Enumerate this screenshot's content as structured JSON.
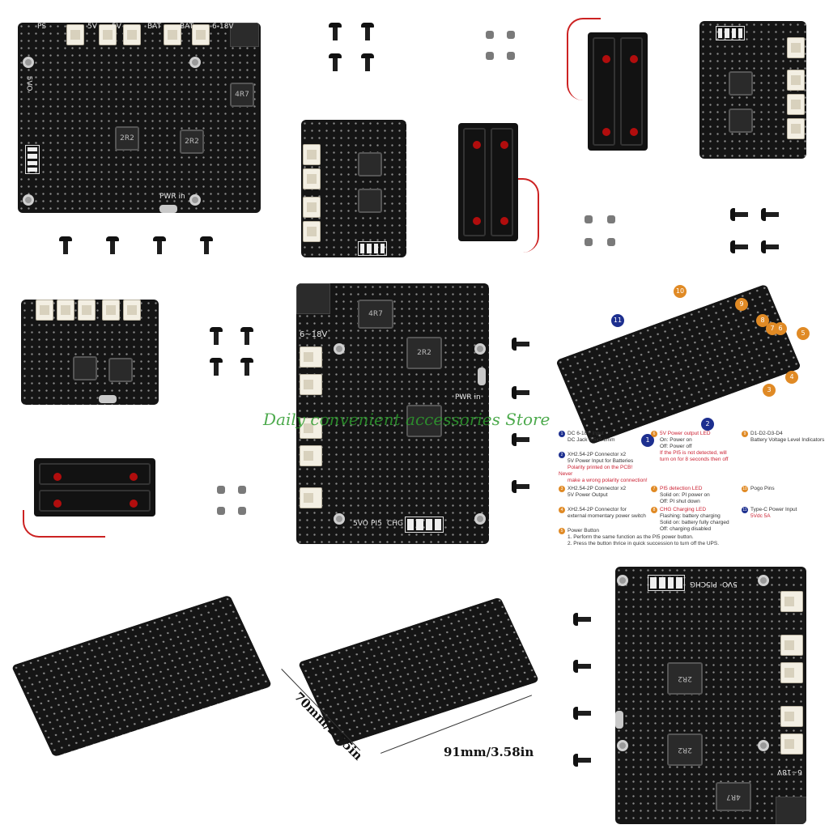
{
  "silkscreen": {
    "top_labels": [
      "PS",
      "5V",
      "5V",
      "BAT",
      "BAT",
      "6-18V"
    ],
    "side_label_input": "6~18V",
    "side_labels": [
      "5VO",
      "PI5",
      "CHG"
    ],
    "pwr_in": "PWR in",
    "inductor_2r2": "2R2",
    "inductor_4r7": "4R7"
  },
  "watermark": "Daily convenient accessories Store",
  "dimensions": {
    "width_label": "70mm/2.75in",
    "length_label": "91mm/3.58in"
  },
  "legend": {
    "items": [
      {
        "num": "1",
        "color": "#1d2f8f",
        "lines": [
          "DC 6-18V Input",
          "DC Jack 5.5x2.1mm"
        ]
      },
      {
        "num": "2",
        "color": "#1d2f8f",
        "lines": [
          "XH2.54-2P Connector x2",
          "5V Power Input for Batteries",
          "Polarity printed on the PCB! Never",
          "make a wrong polarity connection!"
        ]
      },
      {
        "num": "3",
        "color": "#e08a25",
        "lines": [
          "XH2.54-2P Connector x2",
          "5V Power Output"
        ]
      },
      {
        "num": "4",
        "color": "#e08a25",
        "lines": [
          "XH2.54-2P Connector for",
          "external momentary power switch"
        ]
      },
      {
        "num": "5",
        "color": "#e08a25",
        "lines": [
          "Power Button",
          "1. Perform the same function as the PI5 power button.",
          "2. Press the button thrice in quick succession to turn off the UPS."
        ]
      },
      {
        "num": "6",
        "color": "#e08a25",
        "lines": [
          "5V Power output LED",
          "On: Power on",
          "Off: Power off",
          "If the PI5 is not detected, will",
          "turn on for 8 seconds then off"
        ]
      },
      {
        "num": "7",
        "color": "#e08a25",
        "lines": [
          "PI5 detection LED",
          "Solid on: PI power on",
          "Off: PI shut down"
        ]
      },
      {
        "num": "8",
        "color": "#e08a25",
        "lines": [
          "CHG Charging LED",
          "Flashing: battery charging",
          "Solid on: battery fully charged",
          "Off: charging disabled"
        ]
      },
      {
        "num": "9",
        "color": "#e08a25",
        "lines": [
          "D1-D2-D3-D4",
          "Battery Voltage Level Indicators"
        ]
      },
      {
        "num": "10",
        "color": "#e08a25",
        "lines": [
          "Pogo Pins"
        ]
      },
      {
        "num": "11",
        "color": "#1d2f8f",
        "lines": [
          "Type-C Power Input",
          "5Vdc 5A"
        ]
      }
    ],
    "callout_numbers": [
      "1",
      "2",
      "3",
      "4",
      "5",
      "6",
      "7",
      "8",
      "9",
      "10",
      "11"
    ]
  }
}
